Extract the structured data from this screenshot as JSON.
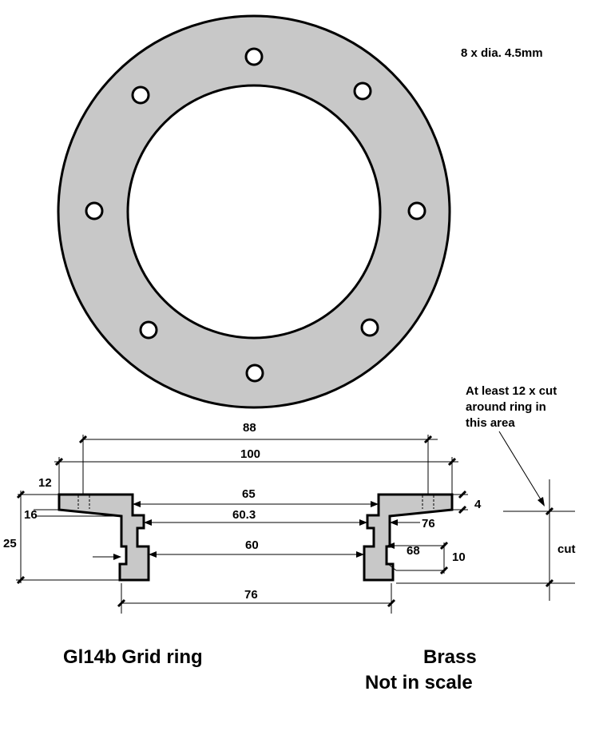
{
  "colors": {
    "part_fill": "#c8c8c8",
    "outline": "#000000",
    "background": "#ffffff"
  },
  "top_view": {
    "hole_note": "8 x dia. 4.5mm"
  },
  "dimensions": {
    "d88": "88",
    "d100": "100",
    "d12": "12",
    "d16": "16",
    "d25": "25",
    "d65": "65",
    "d60_3": "60.3",
    "d60": "60",
    "d76_bottom": "76",
    "d4": "4",
    "d76_right": "76",
    "d68": "68",
    "d10": "10"
  },
  "cut_note": {
    "line1": "At least  12 x cut",
    "line2": "around ring in",
    "line3": "this area",
    "label": "cut"
  },
  "footer": {
    "title": "Gl14b Grid ring",
    "material": "Brass",
    "scale_note": "Not in scale"
  }
}
